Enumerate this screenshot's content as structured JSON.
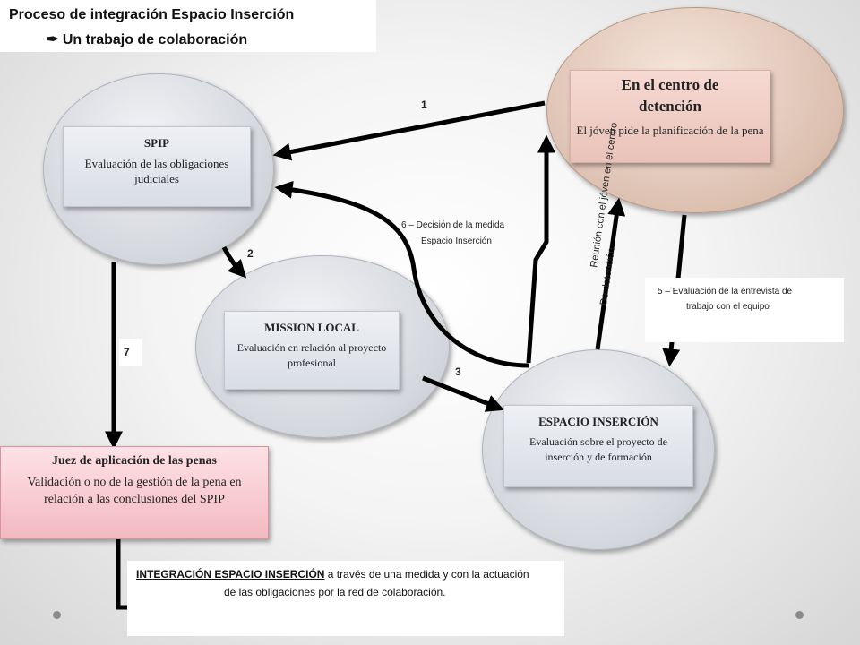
{
  "header": {
    "title": "Proceso de integración Espacio Inserción",
    "subtitle": "Un trabajo de colaboración",
    "subtitle_icon": "pen-icon"
  },
  "nodes": {
    "centro": {
      "title": "En el centro de detención",
      "text": "El jóven pide la planificación de la pena"
    },
    "spip": {
      "title": "SPIP",
      "text": "Evaluación de las obligaciones judiciales"
    },
    "mission": {
      "title": "MISSION LOCAL",
      "text": "Evaluación en relación al proyecto profesional"
    },
    "espacio": {
      "title": "ESPACIO INSERCIÓN",
      "text": "Evaluación sobre el proyecto de inserción y de formación"
    },
    "juez": {
      "title": "Juez de aplicación de las penas",
      "text": "Validación o no de la gestión de la pena en relación a las conclusiones del SPIP"
    }
  },
  "edges": {
    "e1": "1",
    "e2": "2",
    "e3": "3",
    "e7": "7",
    "e5_line1": "5 – Evaluación de la entrevista de",
    "e5_line2": "trabajo con el equipo",
    "e6_line1": "6 – Decisión de la medida",
    "e6_line2": "Espacio Inserción",
    "e4_line1": "Reunión con el jóven en el centro",
    "e4_line2": "De detención"
  },
  "footer": {
    "underlined": "INTEGRACIÓN ESPACIO INSERCIÓN",
    "rest": " a través de una medida y con la actuación",
    "line2": "de las obligaciones por la red de colaboración."
  },
  "colors": {
    "arrow": "#000000",
    "grey_node": "#d3d6dc",
    "brown_node": "#dcc0b0",
    "judge_card": "#f3b9c1"
  }
}
